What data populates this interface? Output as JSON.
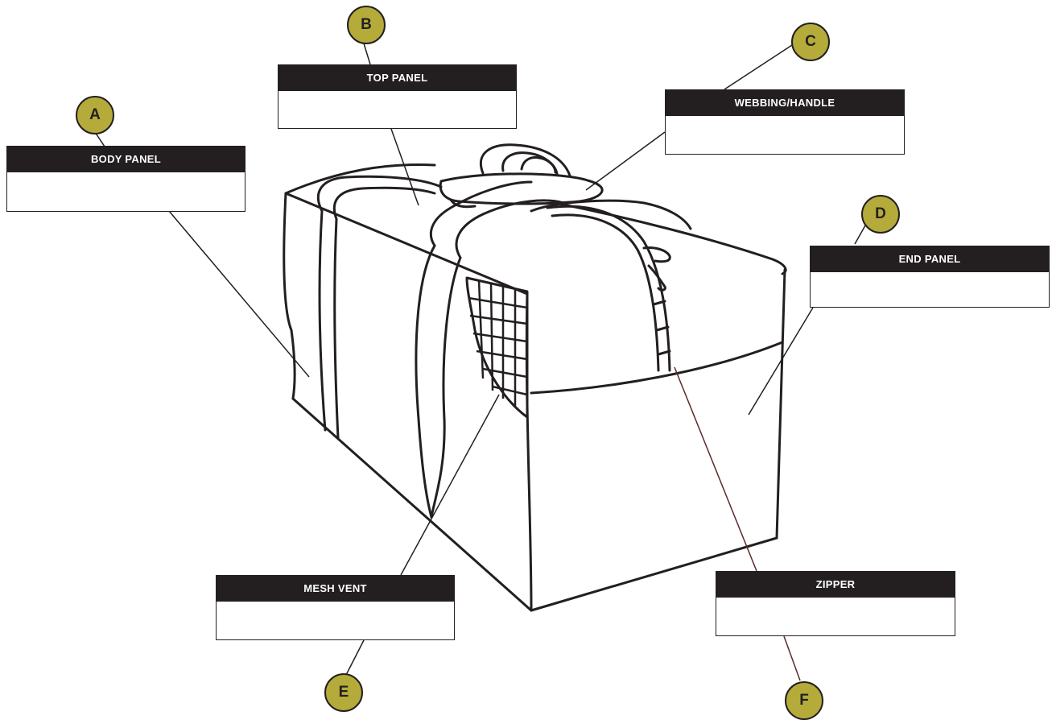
{
  "diagram": {
    "bag": {
      "stroke_color": "#231f20"
    },
    "labels": [
      {
        "badge": "A",
        "title": "BODY PANEL"
      },
      {
        "badge": "B",
        "title": "TOP PANEL"
      },
      {
        "badge": "C",
        "title": "WEBBING/HANDLE"
      },
      {
        "badge": "D",
        "title": "END PANEL"
      },
      {
        "badge": "E",
        "title": "MESH VENT"
      },
      {
        "badge": "F",
        "title": "ZIPPER"
      }
    ],
    "colors": {
      "badge_fill": "#b5ab3a",
      "header_fill": "#231f20",
      "zipper_leader": "#5a2a2a"
    }
  }
}
